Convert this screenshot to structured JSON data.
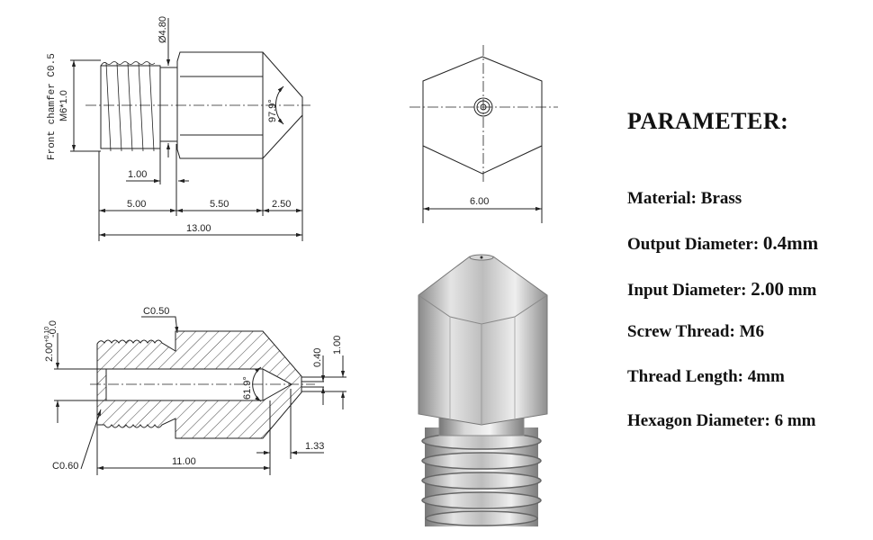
{
  "drawing_top_left": {
    "thread_label": "M6*1.0",
    "chamfer_label": "Front chamfer C0.5",
    "neck_diameter": "Ø4.80",
    "tip_angle": "97.9°",
    "dim_neck": "1.00",
    "dim_thread": "5.00",
    "dim_hex": "5.50",
    "dim_tip": "2.50",
    "dim_total": "13.00"
  },
  "drawing_top_middle": {
    "hex_width": "6.00"
  },
  "drawing_bottom_left": {
    "bore_diameter": "2.00",
    "bore_tol_upper": "+0.10",
    "bore_tol_lower": "-0.0",
    "chamfer_top": "C0.50",
    "chamfer_bottom": "C0.60",
    "cone_angle": "61.9°",
    "outlet": "0.40",
    "tip_flat": "1.00",
    "tip_length": "1.33",
    "bore_length": "11.00"
  },
  "parameters": {
    "title": "PARAMETER:",
    "items": [
      {
        "label": "Material: ",
        "value": "Brass",
        "unit": ""
      },
      {
        "label": "Output Diameter: ",
        "value": "0.4mm",
        "unit": ""
      },
      {
        "label": "Input Diameter: ",
        "value": "2.00",
        "unit": " mm"
      },
      {
        "label": "Screw Thread: ",
        "value": "M6",
        "unit": ""
      },
      {
        "label": "Thread Length: ",
        "value": "4mm",
        "unit": ""
      },
      {
        "label": "Hexagon Diameter: ",
        "value": "6 mm",
        "unit": ""
      }
    ]
  }
}
